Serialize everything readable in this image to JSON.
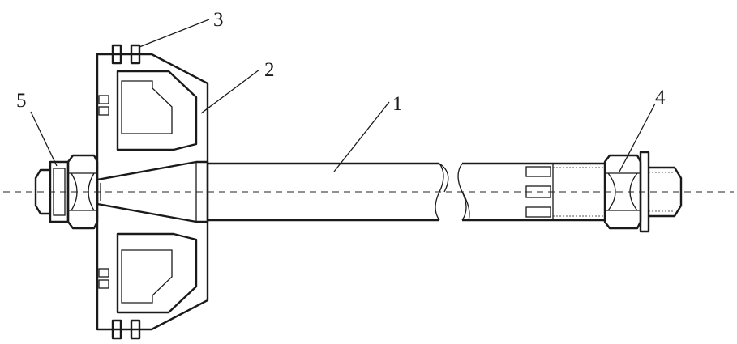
{
  "diagram": {
    "callouts": [
      {
        "id": "1",
        "label": "1"
      },
      {
        "id": "2",
        "label": "2"
      },
      {
        "id": "3",
        "label": "3"
      },
      {
        "id": "4",
        "label": "4"
      },
      {
        "id": "5",
        "label": "5"
      }
    ],
    "colors": {
      "line": "#1a1a1a",
      "hatch": "#1a1a1a",
      "background": "#ffffff",
      "centerline": "#222222"
    }
  }
}
